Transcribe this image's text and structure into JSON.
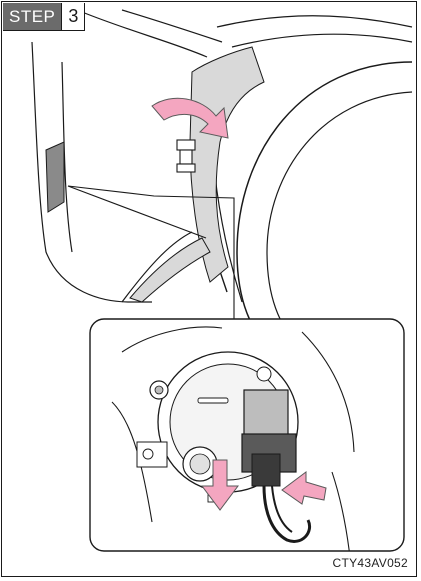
{
  "step": {
    "word": "STEP",
    "number": "3"
  },
  "figure_code": "CTY43AV052",
  "colors": {
    "arrow_fill": "#f4a6c0",
    "arrow_stroke": "#5a5a5a",
    "line": "#1a1a1a",
    "shade": "#d9d9d9",
    "step_bg": "#6b6b6b"
  },
  "icons": [
    "curved-arrow-icon",
    "down-arrow-icon",
    "left-arrow-icon"
  ]
}
